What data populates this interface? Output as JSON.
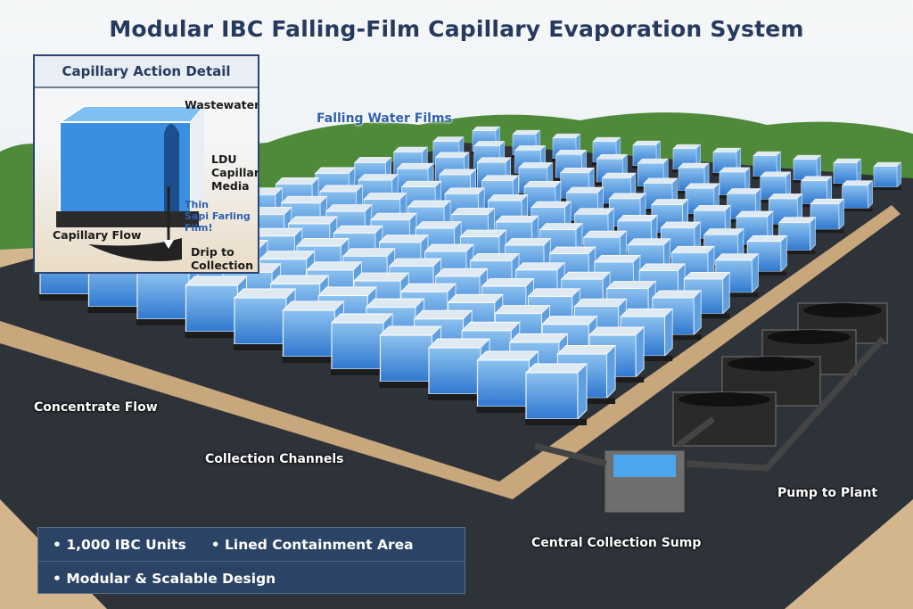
{
  "title": "Modular IBC Falling-Film Capillary Evaporation System",
  "inset": {
    "heading": "Capillary Action Detail",
    "labels": {
      "wastewater": "Wastewater",
      "media_line1": "LDU",
      "media_line2": "Capillary",
      "media_line3": "Media",
      "film_line1": "Thin",
      "film_line2": "Sapi Farling",
      "film_line3": "Film!",
      "capillary_flow": "Capillary Flow",
      "drip_line1": "Drip to",
      "drip_line2": "Collection"
    }
  },
  "callouts": {
    "falling_films": "Falling Water Films",
    "concentrate_flow": "Concentrate Flow",
    "collection_channels": "Collection Channels",
    "central_sump": "Central Collection Sump",
    "pump": "Pump to Plant"
  },
  "info_box": {
    "items": [
      "1,000 IBC Units",
      "Lined Containment Area",
      "Modular & Scalable Design"
    ],
    "bullet": "•"
  },
  "colors": {
    "title": "#253a5e",
    "water": "#3f8fd8",
    "liner": "#2a2f36",
    "panel": "#2b4364"
  }
}
